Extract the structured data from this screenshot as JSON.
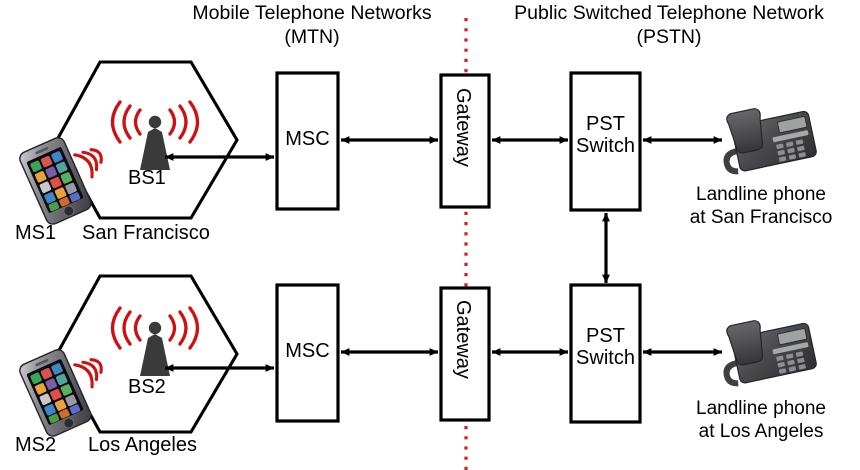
{
  "diagram": {
    "titles": [
      {
        "line1": "Mobile Telephone Networks",
        "line2": "(MTN)"
      },
      {
        "line1": "Public Switched Telephone Network",
        "line2": "(PSTN)"
      }
    ],
    "divider": {
      "color": "#cc2222",
      "style": "dotted-vertical"
    },
    "rows": [
      {
        "id": "san-francisco",
        "mobile_label": "MS1",
        "cell_label": "San Francisco",
        "base_station": "BS1",
        "msc": "MSC",
        "gateway": "Gateway",
        "switch_line1": "PST",
        "switch_line2": "Switch",
        "landline_line1": "Landline phone",
        "landline_line2": "at San Francisco"
      },
      {
        "id": "los-angeles",
        "mobile_label": "MS2",
        "cell_label": "Los Angeles",
        "base_station": "BS2",
        "msc": "MSC",
        "gateway": "Gateway",
        "switch_line1": "PST",
        "switch_line2": "Switch",
        "landline_line1": "Landline phone",
        "landline_line2": "at Los Angeles"
      }
    ],
    "colors": {
      "signal_wave": "#cc1111",
      "tower": "#3a3a3a",
      "line": "#000000",
      "background": "#ffffff",
      "phone_body": "#4a4a4a"
    }
  }
}
